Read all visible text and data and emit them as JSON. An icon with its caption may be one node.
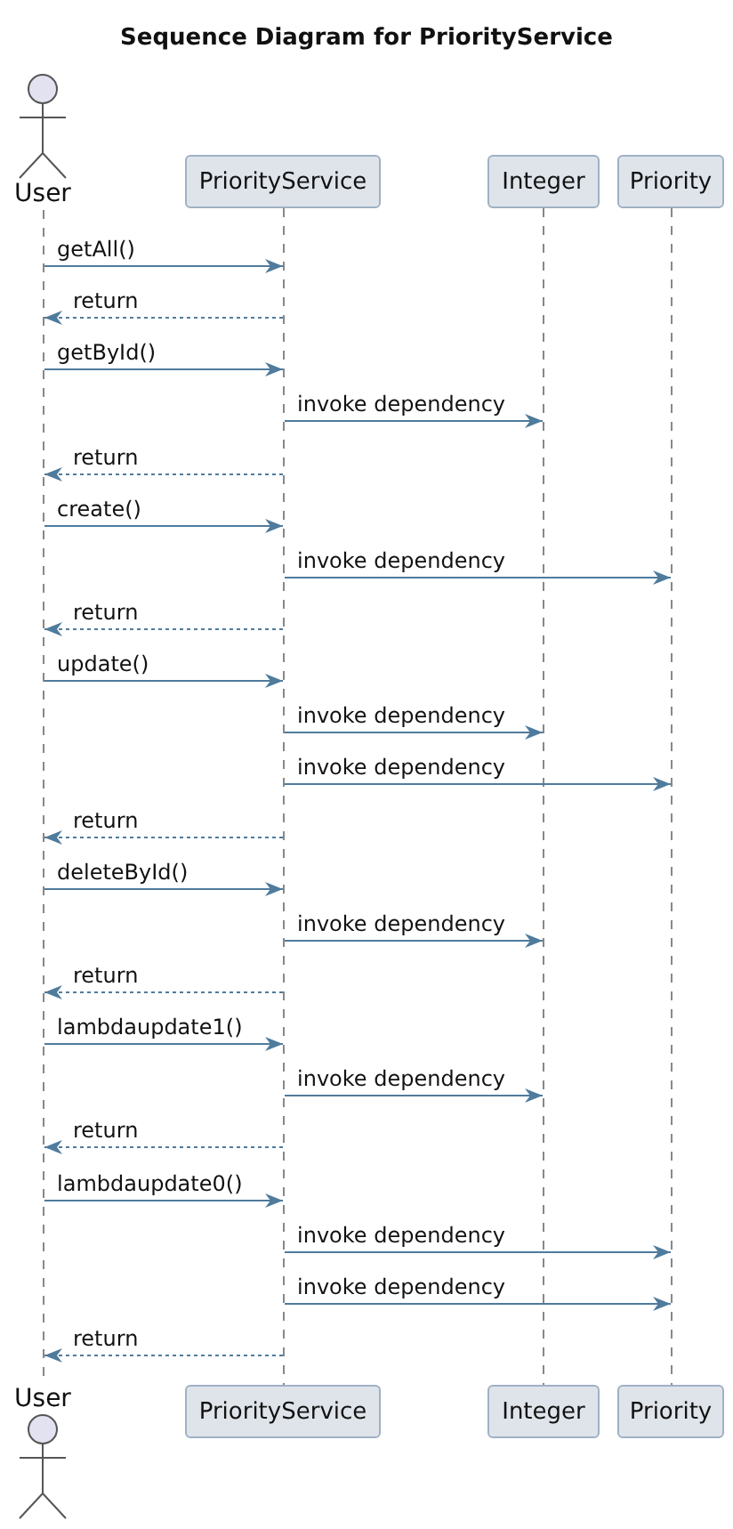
{
  "diagram": {
    "title": "Sequence Diagram for PriorityService",
    "nodes": [
      {
        "text": [
          "User"
        ]
      },
      {
        "text": [
          "PriorityService"
        ]
      },
      {
        "text": [
          "Integer"
        ]
      },
      {
        "text": [
          "Priority"
        ]
      },
      {
        "text": [],
        "shape": "line"
      },
      {
        "text": [],
        "shape": "line"
      },
      {
        "text": [],
        "shape": "line"
      },
      {
        "text": [],
        "shape": "line"
      },
      {
        "text": [
          "User"
        ]
      },
      {
        "text": [
          "PriorityService"
        ]
      },
      {
        "text": [
          "Integer"
        ]
      },
      {
        "text": [
          "Priority"
        ]
      }
    ],
    "edges": [
      {
        "from": 4,
        "to": 5,
        "arrow": "to",
        "label": "getAll()"
      },
      {
        "from": 5,
        "to": 4,
        "arrow": "to",
        "label": "return",
        "style": "dashed"
      },
      {
        "from": 4,
        "to": 5,
        "arrow": "to",
        "label": "getById()"
      },
      {
        "from": 5,
        "to": 6,
        "arrow": "to",
        "label": "invoke dependency"
      },
      {
        "from": 5,
        "to": 4,
        "arrow": "to",
        "label": "return",
        "style": "dashed"
      },
      {
        "from": 4,
        "to": 5,
        "arrow": "to",
        "label": "create()"
      },
      {
        "from": 5,
        "to": 7,
        "arrow": "to",
        "label": "invoke dependency"
      },
      {
        "from": 5,
        "to": 4,
        "arrow": "to",
        "label": "return",
        "style": "dashed"
      },
      {
        "from": 4,
        "to": 5,
        "arrow": "to",
        "label": "update()"
      },
      {
        "from": 5,
        "to": 6,
        "arrow": "to",
        "label": "invoke dependency"
      },
      {
        "from": 5,
        "to": 7,
        "arrow": "to",
        "label": "invoke dependency"
      },
      {
        "from": 5,
        "to": 4,
        "arrow": "to",
        "label": "return",
        "style": "dashed"
      },
      {
        "from": 4,
        "to": 5,
        "arrow": "to",
        "label": "deleteById()"
      },
      {
        "from": 5,
        "to": 6,
        "arrow": "to",
        "label": "invoke dependency"
      },
      {
        "from": 5,
        "to": 4,
        "arrow": "to",
        "label": "return",
        "style": "dashed"
      },
      {
        "from": 4,
        "to": 5,
        "arrow": "to",
        "label": "lambdaupdate1()"
      },
      {
        "from": 5,
        "to": 6,
        "arrow": "to",
        "label": "invoke dependency"
      },
      {
        "from": 5,
        "to": 4,
        "arrow": "to",
        "label": "return",
        "style": "dashed"
      },
      {
        "from": 4,
        "to": 5,
        "arrow": "to",
        "label": "lambdaupdate0()"
      },
      {
        "from": 5,
        "to": 7,
        "arrow": "to",
        "label": "invoke dependency"
      },
      {
        "from": 5,
        "to": 7,
        "arrow": "to",
        "label": "invoke dependency"
      },
      {
        "from": 5,
        "to": 4,
        "arrow": "to",
        "label": "return",
        "style": "dashed"
      }
    ]
  }
}
